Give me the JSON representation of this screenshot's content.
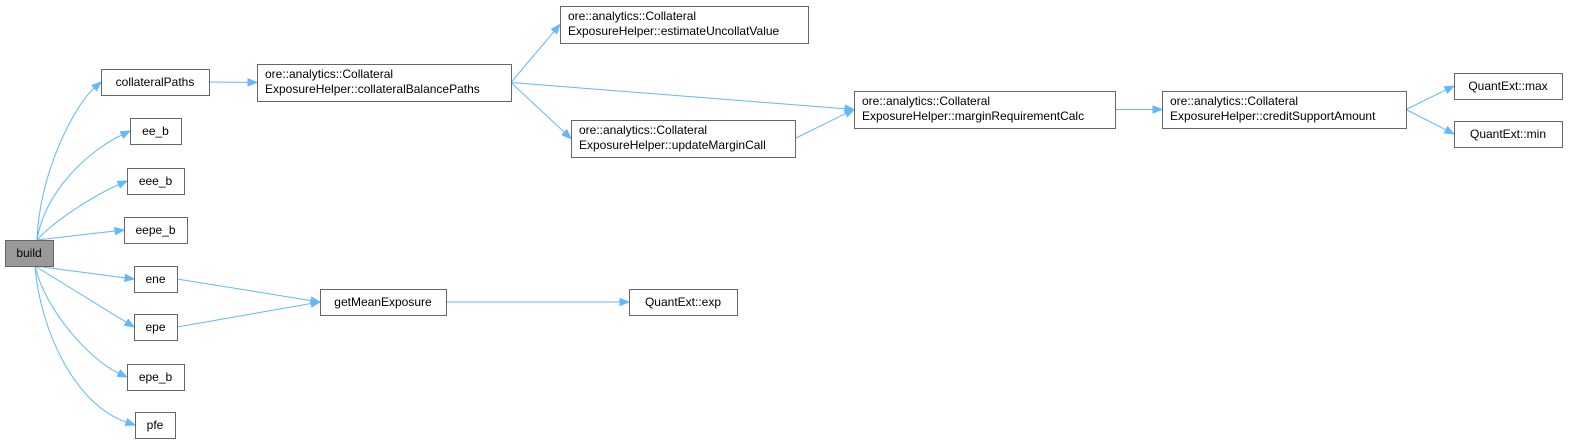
{
  "diagram": {
    "nodes": [
      {
        "id": "build",
        "lines": [
          "build"
        ],
        "root": true
      },
      {
        "id": "collateralPaths",
        "lines": [
          "collateralPaths"
        ]
      },
      {
        "id": "ee_b",
        "lines": [
          "ee_b"
        ]
      },
      {
        "id": "eee_b",
        "lines": [
          "eee_b"
        ]
      },
      {
        "id": "eepe_b",
        "lines": [
          "eepe_b"
        ]
      },
      {
        "id": "ene",
        "lines": [
          "ene"
        ]
      },
      {
        "id": "epe",
        "lines": [
          "epe"
        ]
      },
      {
        "id": "epe_b",
        "lines": [
          "epe_b"
        ]
      },
      {
        "id": "pfe",
        "lines": [
          "pfe"
        ]
      },
      {
        "id": "collateralBalancePaths",
        "lines": [
          "ore::analytics::Collateral",
          "ExposureHelper::collateralBalancePaths"
        ]
      },
      {
        "id": "estimateUncollatValue",
        "lines": [
          "ore::analytics::Collateral",
          "ExposureHelper::estimateUncollatValue"
        ]
      },
      {
        "id": "updateMarginCall",
        "lines": [
          "ore::analytics::Collateral",
          "ExposureHelper::updateMarginCall"
        ]
      },
      {
        "id": "marginRequirementCalc",
        "lines": [
          "ore::analytics::Collateral",
          "ExposureHelper::marginRequirementCalc"
        ]
      },
      {
        "id": "creditSupportAmount",
        "lines": [
          "ore::analytics::Collateral",
          "ExposureHelper::creditSupportAmount"
        ]
      },
      {
        "id": "qe_max",
        "lines": [
          "QuantExt::max"
        ]
      },
      {
        "id": "qe_min",
        "lines": [
          "QuantExt::min"
        ]
      },
      {
        "id": "getMeanExposure",
        "lines": [
          "getMeanExposure"
        ]
      },
      {
        "id": "qe_exp",
        "lines": [
          "QuantExt::exp"
        ]
      }
    ],
    "edges": [
      {
        "from": "build",
        "to": "collateralPaths"
      },
      {
        "from": "build",
        "to": "ee_b"
      },
      {
        "from": "build",
        "to": "eee_b"
      },
      {
        "from": "build",
        "to": "eepe_b"
      },
      {
        "from": "build",
        "to": "ene"
      },
      {
        "from": "build",
        "to": "epe"
      },
      {
        "from": "build",
        "to": "epe_b"
      },
      {
        "from": "build",
        "to": "pfe"
      },
      {
        "from": "collateralPaths",
        "to": "collateralBalancePaths"
      },
      {
        "from": "collateralBalancePaths",
        "to": "estimateUncollatValue"
      },
      {
        "from": "collateralBalancePaths",
        "to": "marginRequirementCalc"
      },
      {
        "from": "collateralBalancePaths",
        "to": "updateMarginCall"
      },
      {
        "from": "updateMarginCall",
        "to": "marginRequirementCalc"
      },
      {
        "from": "marginRequirementCalc",
        "to": "creditSupportAmount"
      },
      {
        "from": "creditSupportAmount",
        "to": "qe_max"
      },
      {
        "from": "creditSupportAmount",
        "to": "qe_min"
      },
      {
        "from": "ene",
        "to": "getMeanExposure"
      },
      {
        "from": "epe",
        "to": "getMeanExposure"
      },
      {
        "from": "getMeanExposure",
        "to": "qe_exp"
      }
    ],
    "colors": {
      "edge": "#63b8ff",
      "node_border": "#666666",
      "root_fill": "#999999",
      "node_fill": "#ffffff"
    }
  }
}
